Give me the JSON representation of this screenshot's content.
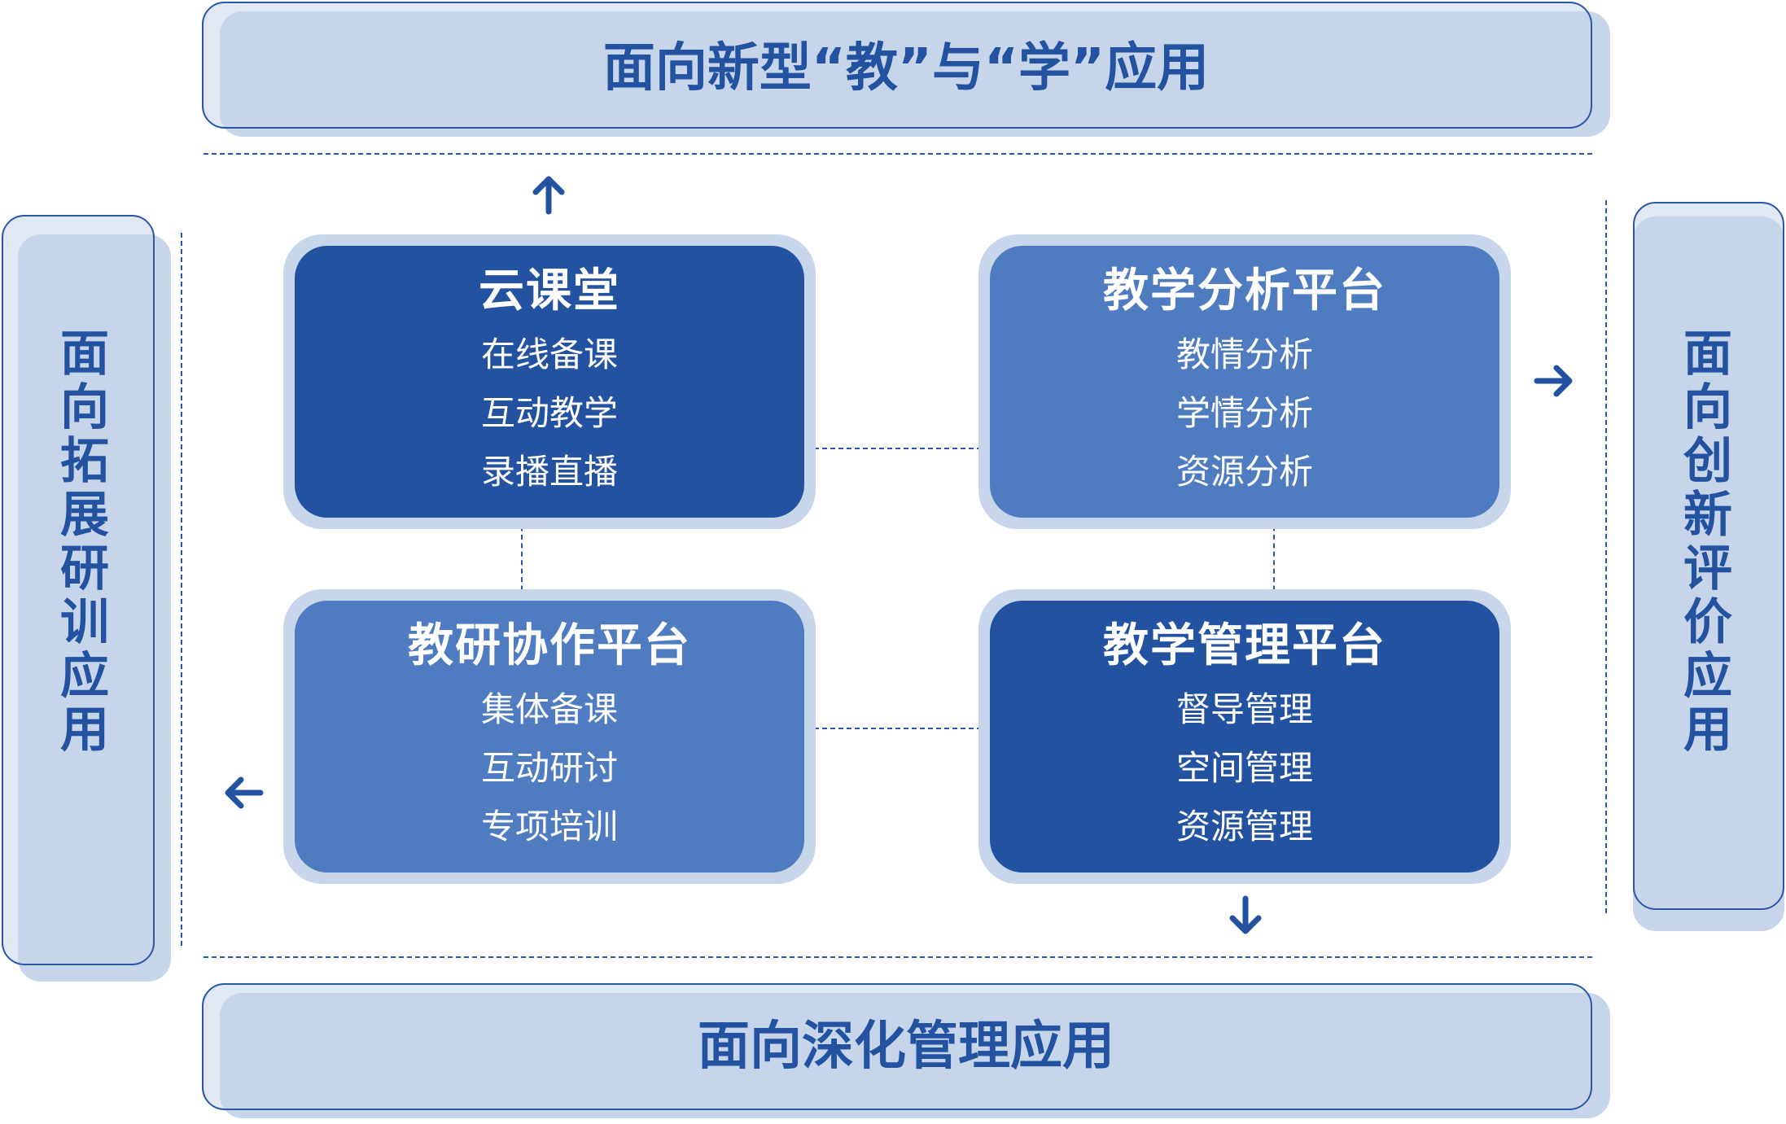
{
  "bands": {
    "top": "面向新型“教”与“学”应用",
    "bottom": "面向深化管理应用",
    "left": "面向拓展研训应用",
    "right": "面向创新评价应用"
  },
  "cards": [
    {
      "title": "云课堂",
      "items": [
        "在线备课",
        "互动教学",
        "录播直播"
      ]
    },
    {
      "title": "教学分析平台",
      "items": [
        "教情分析",
        "学情分析",
        "资源分析"
      ]
    },
    {
      "title": "教研协作平台",
      "items": [
        "集体备课",
        "互动研讨",
        "专项培训"
      ]
    },
    {
      "title": "教学管理平台",
      "items": [
        "督导管理",
        "空间管理",
        "资源管理"
      ]
    }
  ],
  "arrows": {
    "up": "arrow-up-icon",
    "right": "arrow-right-icon",
    "left": "arrow-left-icon",
    "down": "arrow-down-icon"
  },
  "colors": {
    "dark_card": "#2352a1",
    "light_card": "#4f7cc0",
    "band_fill": "#c7d5ea",
    "outline": "#2a56a8"
  }
}
